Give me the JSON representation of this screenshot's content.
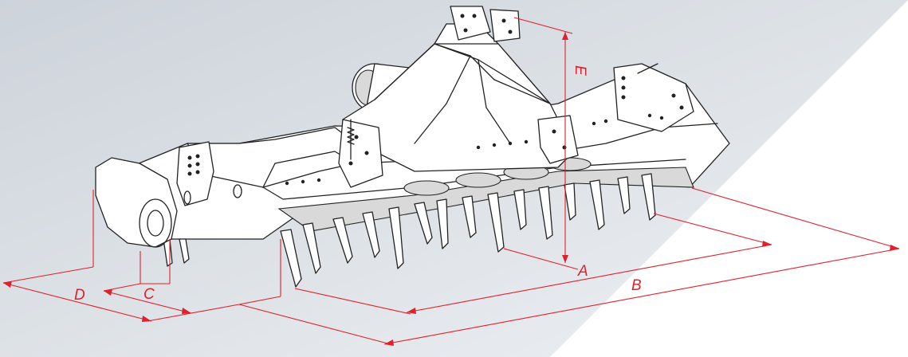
{
  "diagram": {
    "colors": {
      "background_gradient_start": "#cdd3da",
      "background_gradient_end": "#eef1f4",
      "white_corner": "#ffffff",
      "dimension_red": "#e0202a",
      "machine_stroke": "#222222"
    },
    "dimension_labels": {
      "a": "A",
      "b": "B",
      "c": "C",
      "d": "D",
      "e": "E"
    },
    "icons": [
      "power-harrow-drawing"
    ]
  }
}
